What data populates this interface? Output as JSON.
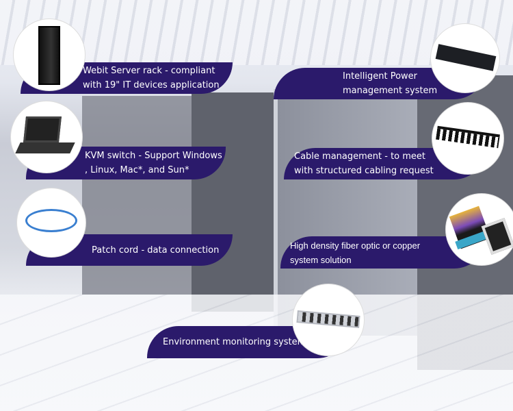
{
  "colors": {
    "banner": "#2b1a6b",
    "text": "#ffffff"
  },
  "items": [
    {
      "icon": "server-rack-icon",
      "lines": [
        "Webit Server rack - compliant",
        "with 19\" IT devices application"
      ]
    },
    {
      "icon": "kvm-switch-icon",
      "lines": [
        "KVM switch - Support Windows",
        ", Linux, Mac*, and Sun*"
      ]
    },
    {
      "icon": "patch-cord-icon",
      "lines": [
        "Patch cord - data connection"
      ]
    },
    {
      "icon": "power-unit-icon",
      "lines": [
        "Intelligent Power",
        "management system"
      ]
    },
    {
      "icon": "cable-manager-icon",
      "lines": [
        "Cable management - to meet",
        "with structured cabling request"
      ]
    },
    {
      "icon": "fiber-cassette-icon",
      "lines": [
        "High density fiber optic or copper",
        "system solution"
      ]
    },
    {
      "icon": "monitoring-unit-icon",
      "lines": [
        "Environment monitoring system"
      ]
    }
  ]
}
